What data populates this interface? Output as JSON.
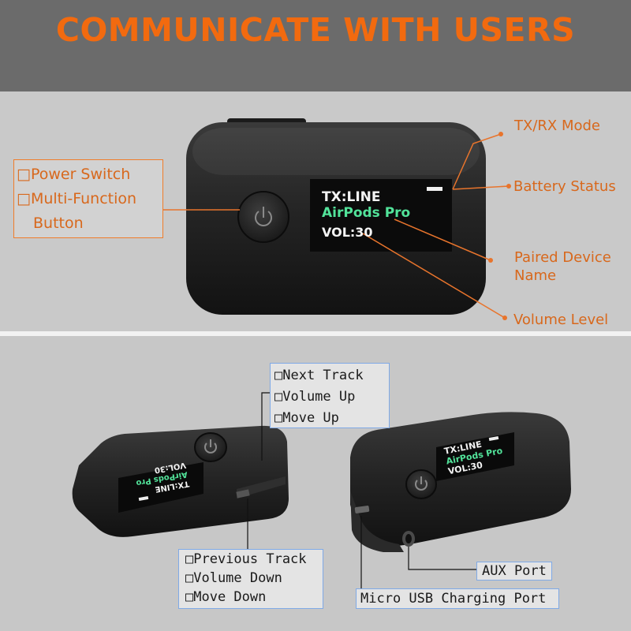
{
  "title": "COMMUNICATE WITH USERS",
  "callouts": {
    "power": {
      "items": [
        "□Power Switch",
        "□Multi-Function",
        "Button"
      ]
    },
    "mode": "TX/RX Mode",
    "battery": "Battery Status",
    "paired": [
      "Paired Device",
      "Name"
    ],
    "volume": "Volume Level",
    "next": {
      "items": [
        "□Next Track",
        "□Volume Up",
        "□Move Up"
      ]
    },
    "prev": {
      "items": [
        "□Previous Track",
        "□Volume Down",
        "□Move Down"
      ]
    },
    "aux": "AUX Port",
    "usb": "Micro USB Charging Port"
  },
  "display": {
    "line1": "TX:LINE",
    "line2": "AirPods Pro",
    "line3": "VOL:30"
  },
  "colors": {
    "accent": "#f26a0f",
    "screen_green": "#52e39a",
    "callout_blue": "#7fa9e6"
  }
}
